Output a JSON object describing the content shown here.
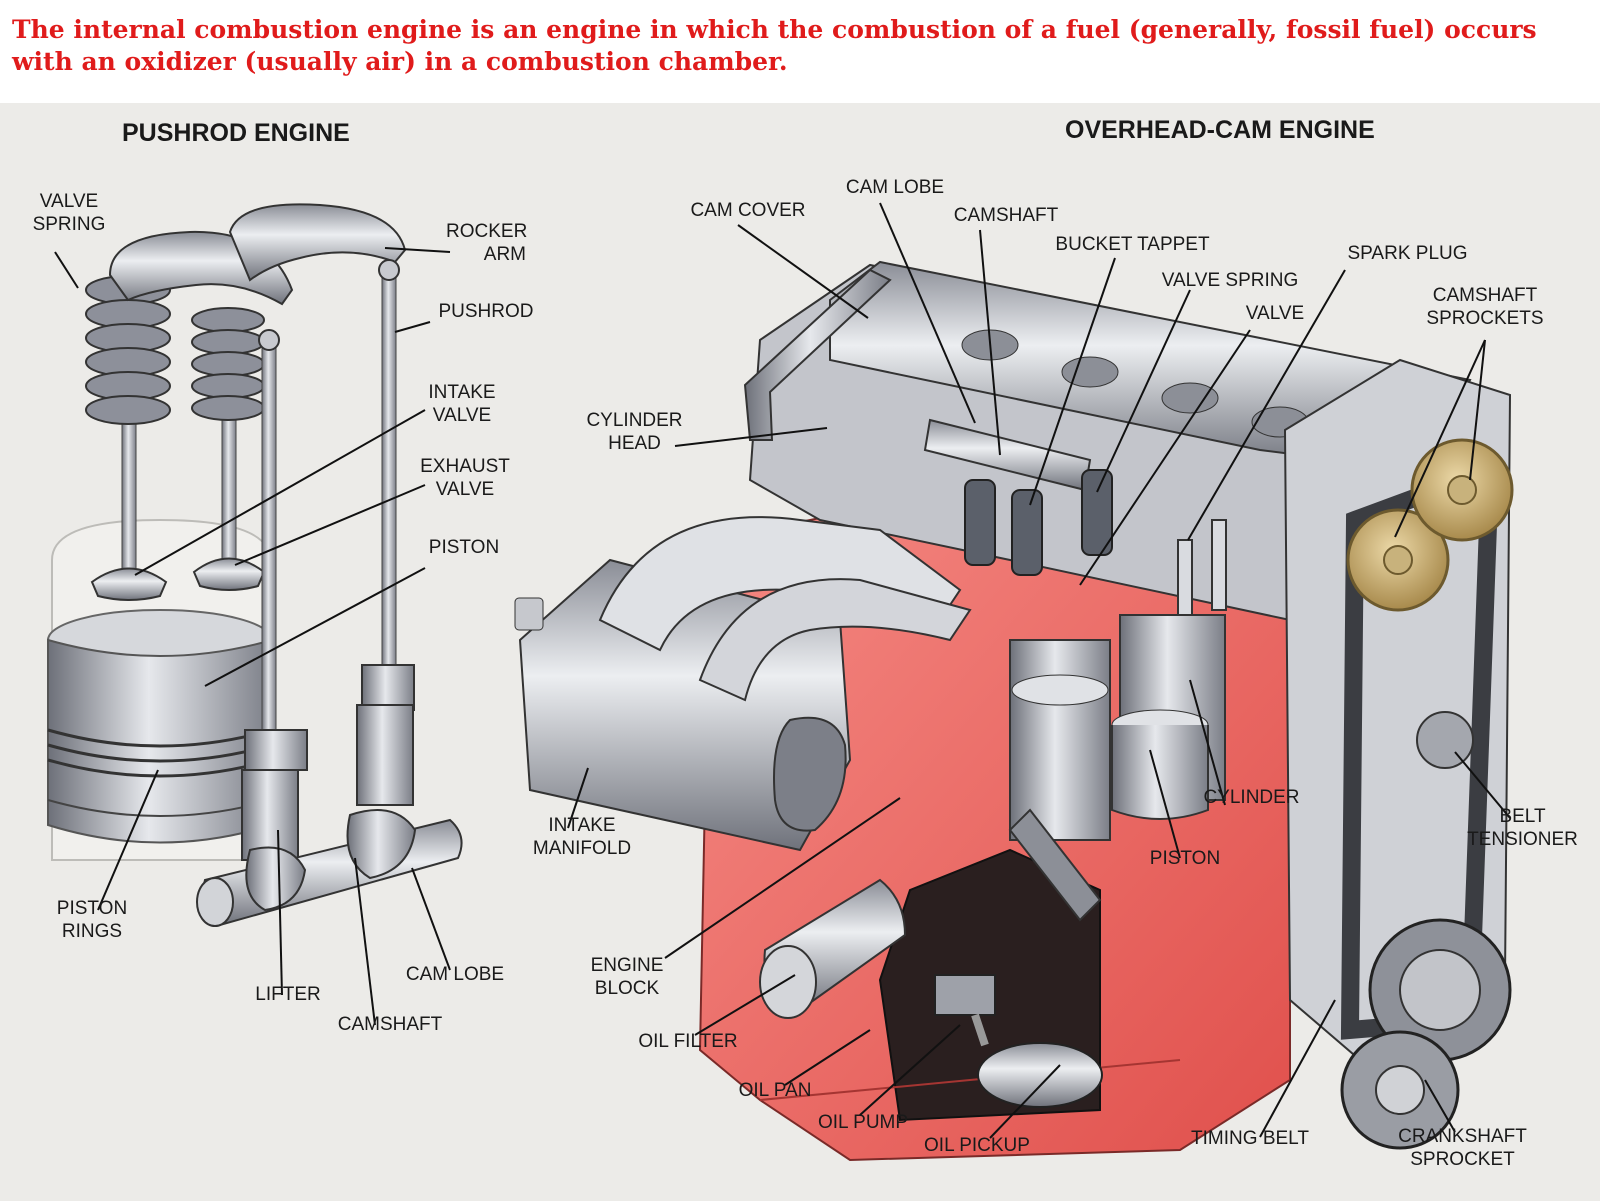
{
  "caption": "The internal combustion engine is an engine in which the combustion of a fuel (generally, fossil fuel) occurs with an oxidizer (usually air) in a combustion chamber.",
  "colors": {
    "caption_text": "#e01b1b",
    "engine_block": "#f06a6a",
    "metal": "#b9bcc4",
    "sprocket": "#c9b07a",
    "background": "#ecebe8"
  },
  "pushrod": {
    "title": "PUSHROD ENGINE",
    "labels": {
      "valve_spring": "VALVE\nSPRING",
      "rocker_arm": "ROCKER\nARM",
      "pushrod": "PUSHROD",
      "intake_valve": "INTAKE\nVALVE",
      "exhaust_valve": "EXHAUST\nVALVE",
      "piston": "PISTON",
      "piston_rings": "PISTON\nRINGS",
      "lifter": "LIFTER",
      "camshaft": "CAMSHAFT",
      "cam_lobe": "CAM LOBE"
    }
  },
  "ohc": {
    "title": "OVERHEAD-CAM ENGINE",
    "labels": {
      "cam_cover": "CAM COVER",
      "cam_lobe": "CAM LOBE",
      "camshaft": "CAMSHAFT",
      "bucket_tappet": "BUCKET TAPPET",
      "valve_spring": "VALVE SPRING",
      "valve": "VALVE",
      "spark_plug": "SPARK PLUG",
      "camshaft_sprockets": "CAMSHAFT\nSPROCKETS",
      "cylinder_head": "CYLINDER\nHEAD",
      "intake_manifold": "INTAKE\nMANIFOLD",
      "engine_block": "ENGINE\nBLOCK",
      "oil_filter": "OIL FILTER",
      "oil_pan": "OIL PAN",
      "oil_pump": "OIL PUMP",
      "oil_pickup": "OIL PICKUP",
      "cylinder": "CYLINDER",
      "piston": "PISTON",
      "belt_tensioner": "BELT\nTENSIONER",
      "timing_belt": "TIMING BELT",
      "crankshaft_sprocket": "CRANKSHAFT\nSPROCKET"
    }
  }
}
